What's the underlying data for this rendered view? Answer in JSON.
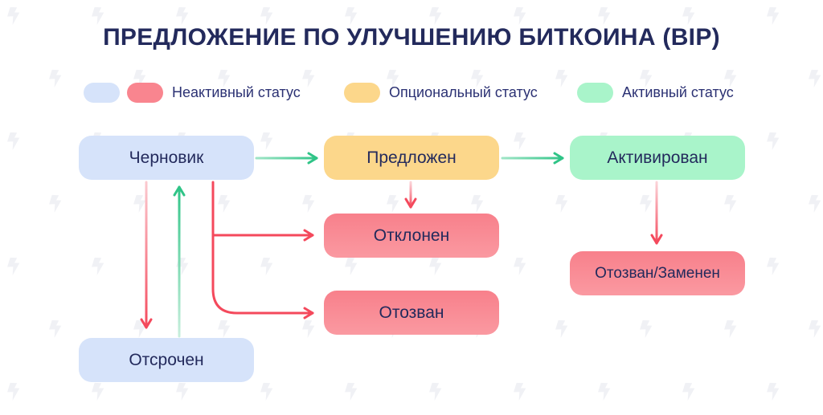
{
  "title": "ПРЕДЛОЖЕНИЕ ПО УЛУЧШЕНИЮ БИТКОИНА (BIP)",
  "legend": {
    "items": [
      {
        "label": "Неактивный статус",
        "swatch_colors": [
          "#d6e3fa",
          "#f9858f"
        ]
      },
      {
        "label": "Опциональный статус",
        "swatch_colors": [
          "#fcd78b"
        ]
      },
      {
        "label": "Активный статус",
        "swatch_colors": [
          "#a9f4ca"
        ]
      }
    ]
  },
  "nodes": [
    {
      "id": "draft",
      "label": "Черновик",
      "status": "inactive"
    },
    {
      "id": "proposed",
      "label": "Предложен",
      "status": "optional"
    },
    {
      "id": "activated",
      "label": "Активирован",
      "status": "active"
    },
    {
      "id": "rejected",
      "label": "Отклонен",
      "status": "inactive"
    },
    {
      "id": "withdrawn",
      "label": "Отозван",
      "status": "inactive"
    },
    {
      "id": "replaced",
      "label": "Отозван/Заменен",
      "status": "inactive"
    },
    {
      "id": "deferred",
      "label": "Отсрочен",
      "status": "inactive"
    }
  ],
  "edges": [
    {
      "from": "Черновик",
      "to": "Предложен",
      "color": "green"
    },
    {
      "from": "Предложен",
      "to": "Активирован",
      "color": "green"
    },
    {
      "from": "Предложен",
      "to": "Отклонен",
      "color": "red"
    },
    {
      "from": "Активирован",
      "to": "Отозван/Заменен",
      "color": "red"
    },
    {
      "from": "Черновик",
      "to": "Отсрочен",
      "color": "red"
    },
    {
      "from": "Отсрочен",
      "to": "Черновик",
      "color": "green"
    },
    {
      "from": "Черновик",
      "to": "Отклонен",
      "color": "red"
    },
    {
      "from": "Черновик",
      "to": "Отозван",
      "color": "red"
    }
  ],
  "colors": {
    "navy_text": "#232a5c",
    "inactive_blue": "#d6e3fa",
    "inactive_red": "#f9858f",
    "optional_yellow": "#fcd78b",
    "active_green": "#a9f4ca",
    "arrow_green": "#2fc487",
    "arrow_red": "#f4495c",
    "watermark_gray": "#f0f1f5"
  }
}
